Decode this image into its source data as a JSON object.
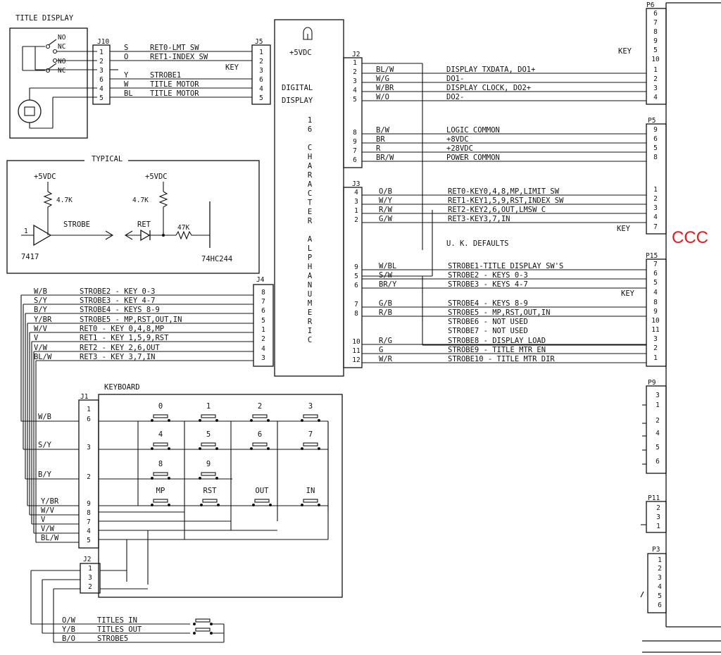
{
  "title_display": {
    "label": "TITLE DISPLAY",
    "contacts": [
      "NO",
      "NC",
      "NO",
      "NC"
    ],
    "connector": "J10",
    "pins": [
      "1",
      "2",
      "3",
      "6",
      "4",
      "5"
    ],
    "colors": [
      "S",
      "O",
      "",
      "Y",
      "W",
      "BL"
    ],
    "signals": [
      "RET0-LMT SW",
      "RET1-INDEX SW",
      "KEY",
      "STROBE1",
      "TITLE MOTOR",
      "TITLE MOTOR"
    ]
  },
  "j5": {
    "label": "J5",
    "pins": [
      "1",
      "2",
      "3",
      "6",
      "4",
      "5"
    ]
  },
  "typical": {
    "label": "TYPICAL",
    "vcc": "+5VDC",
    "r1": "4.7K",
    "r2": "4.7K",
    "r3": "47K",
    "strobe": "STROBE",
    "ret": "RET",
    "chip1": "7417",
    "chip2": "74HC244",
    "pin": "1"
  },
  "display": {
    "vcc": "+5VDC",
    "name_lines": [
      "DIGITAL",
      "DISPLAY"
    ],
    "vertical": [
      "1",
      "6",
      "",
      "C",
      "H",
      "A",
      "R",
      "A",
      "C",
      "T",
      "E",
      "R",
      "",
      "A",
      "L",
      "P",
      "H",
      "A",
      "N",
      "U",
      "M",
      "E",
      "R",
      "I",
      "C"
    ]
  },
  "j2d": {
    "label": "J2",
    "pins": [
      "1",
      "2",
      "3",
      "4",
      "5",
      "8",
      "9",
      "7",
      "6"
    ],
    "colors": [
      "",
      "BL/W",
      "W/G",
      "W/BR",
      "W/O",
      "B/W",
      "BR",
      "R",
      "BR/W"
    ],
    "signals": [
      "",
      "DISPLAY TXDATA, DO1+",
      "DO1-",
      "DISPLAY CLOCK, DO2+",
      "DO2-",
      "LOGIC COMMON",
      "+8VDC",
      "+28VDC",
      "POWER COMMON"
    ]
  },
  "j3": {
    "label": "J3",
    "pins": [
      "4",
      "3",
      "1",
      "2",
      "9",
      "5",
      "6",
      "7",
      "8",
      "10",
      "11",
      "12"
    ],
    "colors": [
      "O/B",
      "W/Y",
      "R/W",
      "G/W",
      "W/BL",
      "S/W",
      "BR/Y",
      "G/B",
      "R/B",
      "R/G",
      "G",
      "W/R"
    ],
    "signals": [
      "RET0-KEY0,4,8,MP,LIMIT SW",
      "RET1-KEY1,5,9,RST,INDEX SW",
      "RET2-KEY2,6,OUT,LMSW C",
      "RET3-KEY3,7,IN",
      "STROBE1-TITLE DISPLAY SW'S",
      "STROBE2 - KEYS 0-3",
      "STROBE3 - KEYS 4-7",
      "STROBE4 - KEYS 8-9",
      "STROBE5 - MP,RST,OUT,IN",
      "STROBE6 - NOT USED",
      "STROBE7 - NOT USED",
      "STROBE8 - DISPLAY LOAD",
      "STROBE9 - TITLE MTR EN",
      "STROBE10 - TITLE MTR DIR"
    ],
    "uk": "U. K. DEFAULTS"
  },
  "j4": {
    "label": "J4",
    "pins": [
      "8",
      "7",
      "6",
      "5",
      "1",
      "2",
      "4",
      "3"
    ],
    "colors": [
      "W/B",
      "S/Y",
      "B/Y",
      "Y/BR",
      "W/V",
      "V",
      "V/W",
      "BL/W"
    ],
    "signals": [
      "STROBE2 - KEY 0-3",
      "STROBE3 - KEY 4-7",
      "STROBE4 - KEYS 8-9",
      "STROBE5 - MP,RST,OUT,IN",
      "RET0 - KEY 0,4,8,MP",
      "RET1 - KEY 1,5,9,RST",
      "RET2 - KEY 2,6,OUT",
      "RET3 - KEY 3,7,IN"
    ]
  },
  "p6": {
    "label": "P6",
    "pins": [
      "6",
      "7",
      "8",
      "9",
      "5",
      "10",
      "1",
      "2",
      "3",
      "4"
    ],
    "key": "KEY"
  },
  "p5": {
    "label": "P5",
    "pins": [
      "9",
      "6",
      "5",
      "8",
      "1",
      "2",
      "3",
      "4",
      "7"
    ],
    "key": "KEY"
  },
  "p15": {
    "label": "P15",
    "pins": [
      "7",
      "6",
      "5",
      "4",
      "8",
      "9",
      "10",
      "11",
      "3",
      "2",
      "1"
    ],
    "key": "KEY"
  },
  "p9": {
    "label": "P9",
    "pins": [
      "3",
      "1",
      "2",
      "4",
      "5",
      "6"
    ]
  },
  "p11": {
    "label": "P11",
    "pins": [
      "2",
      "3",
      "1"
    ]
  },
  "p3": {
    "label": "P3",
    "pins": [
      "1",
      "2",
      "3",
      "4",
      "5",
      "6"
    ]
  },
  "keyboard": {
    "label": "KEYBOARD",
    "connector": "J1",
    "pins": [
      "1",
      "6",
      "3",
      "2",
      "9",
      "8",
      "7",
      "4",
      "5"
    ],
    "colors": [
      "W/B",
      "S/Y",
      "B/Y",
      "Y/BR",
      "W/V",
      "V",
      "V/W",
      "BL/W"
    ],
    "keys": [
      "0",
      "1",
      "2",
      "3",
      "4",
      "5",
      "6",
      "7",
      "8",
      "9",
      "MP",
      "RST",
      "OUT",
      "IN"
    ]
  },
  "j2k": {
    "label": "J2",
    "pins": [
      "1",
      "3",
      "2"
    ],
    "colors": [
      "O/W",
      "Y/B",
      "B/O"
    ],
    "signals": [
      "TITLES IN",
      "TITLES OUT",
      "STROBE5"
    ]
  },
  "stamp": "CCC"
}
